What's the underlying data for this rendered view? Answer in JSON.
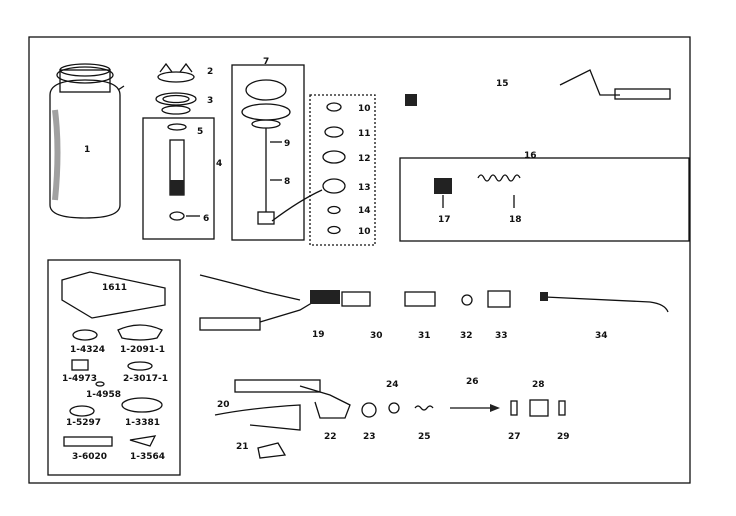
{
  "title": "",
  "colors": {
    "ink": "#111111",
    "paper": "#ffffff"
  },
  "callouts": {
    "p1": "1",
    "p2": "2",
    "p3": "3",
    "p4": "4",
    "p5": "5",
    "p6": "6",
    "p7": "7",
    "p8": "8",
    "p9": "9",
    "p10a": "10",
    "p10b": "10",
    "p11": "11",
    "p12": "12",
    "p13": "13",
    "p14": "14",
    "p15": "15",
    "p16": "16",
    "p17": "17",
    "p18": "18",
    "p19": "19",
    "p20": "20",
    "p21": "21",
    "p22": "22",
    "p23": "23",
    "p24": "24",
    "p25": "25",
    "p26": "26",
    "p27": "27",
    "p28": "28",
    "p29": "29",
    "p30": "30",
    "p31": "31",
    "p32": "32",
    "p33": "33",
    "p34": "34"
  },
  "kit": {
    "box": "1611",
    "items": {
      "k1": "1-4324",
      "k2": "1-2091-1",
      "k3": "1-4973",
      "k4": "2-3017-1",
      "k5": "1-4958",
      "k6": "1-5297",
      "k7": "1-3381",
      "k8": "3-6020",
      "k9": "1-3564"
    }
  }
}
